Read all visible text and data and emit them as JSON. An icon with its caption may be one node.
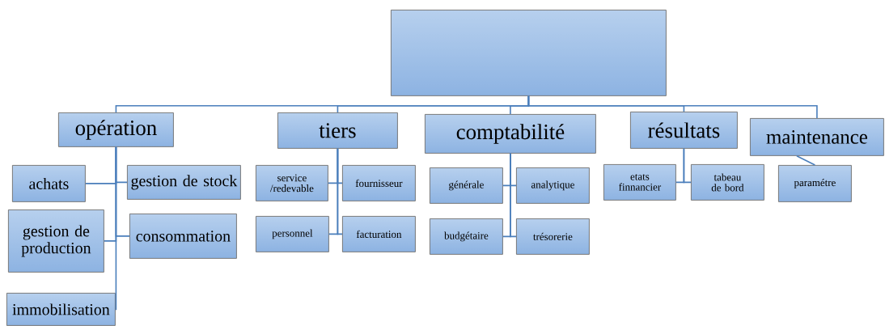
{
  "diagram": {
    "nodes": [
      {
        "text": [],
        "shape": "box"
      },
      {
        "text": [
          "opération"
        ]
      },
      {
        "text": [
          "tiers"
        ]
      },
      {
        "text": [
          "comptabilité"
        ]
      },
      {
        "text": [
          "résultats"
        ]
      },
      {
        "text": [
          "maintenance"
        ]
      },
      {
        "text": [
          "achats"
        ]
      },
      {
        "text": [
          "gestion de stock"
        ]
      },
      {
        "text": [
          "gestion de production"
        ]
      },
      {
        "text": [
          "consommation"
        ]
      },
      {
        "text": [
          "immobilisation"
        ]
      },
      {
        "text": [
          "service /redevable"
        ]
      },
      {
        "text": [
          "fournisseur"
        ]
      },
      {
        "text": [
          "personnel"
        ]
      },
      {
        "text": [
          "facturation"
        ]
      },
      {
        "text": [
          "générale"
        ]
      },
      {
        "text": [
          "analytique"
        ]
      },
      {
        "text": [
          "budgétaire"
        ]
      },
      {
        "text": [
          "trésorerie"
        ]
      },
      {
        "text": [
          "etats finnancier"
        ]
      },
      {
        "text": [
          "tabeau de bord"
        ]
      },
      {
        "text": [
          "paramétre"
        ]
      }
    ],
    "edges": [
      {
        "from": 0,
        "to": 1,
        "arrow": "none"
      },
      {
        "from": 0,
        "to": 2,
        "arrow": "none"
      },
      {
        "from": 0,
        "to": 3,
        "arrow": "none"
      },
      {
        "from": 0,
        "to": 4,
        "arrow": "none"
      },
      {
        "from": 0,
        "to": 5,
        "arrow": "none"
      },
      {
        "from": 1,
        "to": 6,
        "arrow": "none"
      },
      {
        "from": 1,
        "to": 7,
        "arrow": "none"
      },
      {
        "from": 1,
        "to": 8,
        "arrow": "none"
      },
      {
        "from": 1,
        "to": 9,
        "arrow": "none"
      },
      {
        "from": 1,
        "to": 10,
        "arrow": "none"
      },
      {
        "from": 2,
        "to": 11,
        "arrow": "none"
      },
      {
        "from": 2,
        "to": 12,
        "arrow": "none"
      },
      {
        "from": 2,
        "to": 13,
        "arrow": "none"
      },
      {
        "from": 2,
        "to": 14,
        "arrow": "none"
      },
      {
        "from": 3,
        "to": 15,
        "arrow": "none"
      },
      {
        "from": 3,
        "to": 16,
        "arrow": "none"
      },
      {
        "from": 3,
        "to": 17,
        "arrow": "none"
      },
      {
        "from": 3,
        "to": 18,
        "arrow": "none"
      },
      {
        "from": 4,
        "to": 19,
        "arrow": "none"
      },
      {
        "from": 4,
        "to": 20,
        "arrow": "none"
      },
      {
        "from": 5,
        "to": 21,
        "arrow": "none"
      }
    ]
  }
}
